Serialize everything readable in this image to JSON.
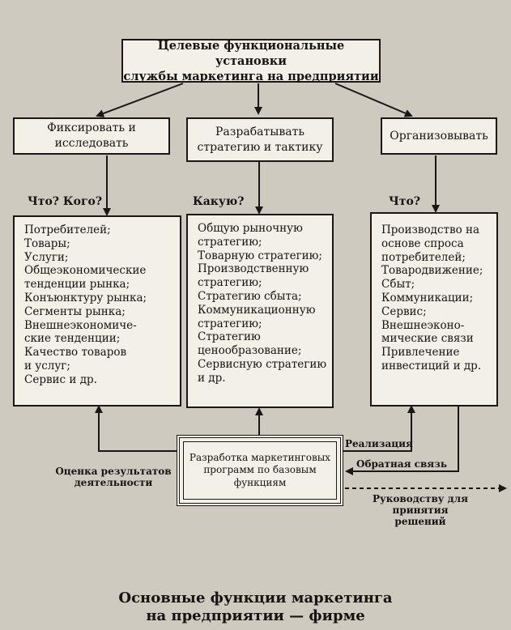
{
  "top_box": {
    "line1": "Целевые функциональные установки",
    "line2": "службы маркетинга на предприятии"
  },
  "headers": [
    {
      "line1": "Фиксировать и",
      "line2": "исследовать"
    },
    {
      "line1": "Разрабатывать",
      "line2": "стратегию и тактику"
    },
    {
      "line1": "Организовывать",
      "line2": ""
    }
  ],
  "questions": [
    "Что? Кого?",
    "Какую?",
    "Что?"
  ],
  "lists": [
    [
      "Потребителей;",
      "Товары;",
      "Услуги;",
      "Общеэкономические",
      "тенденции рынка;",
      "Конъюнктуру рынка;",
      "Сегменты рынка;",
      "Внешнеэкономиче-",
      "ские тенденции;",
      "Качество товаров",
      "и услуг;",
      "Сервис и др."
    ],
    [
      "Общую рыночную",
      "стратегию;",
      "Товарную стратегию;",
      "Производственную",
      "стратегию;",
      "Стратегию сбыта;",
      "Коммуникационную",
      "стратегию;",
      "Стратегию",
      "ценообразование;",
      "Сервисную стратегию",
      "и др."
    ],
    [
      "Производство на",
      "основе спроса",
      "потребителей;",
      "Товародвижение;",
      "Сбыт;",
      "Коммуникации;",
      "Сервис;",
      "Внешнеэконо-",
      "мические связи",
      "Привлечение",
      "инвестиций  и др."
    ]
  ],
  "center_box": {
    "line1": "Разработка маркетинговых",
    "line2": "программ по базовым",
    "line3": "функциям"
  },
  "labels": {
    "realization": "Реализация",
    "feedback": "Обратная связь",
    "evaluation_line1": "Оценка результатов",
    "evaluation_line2": "деятельности",
    "management_line1": "Руководству для принятия",
    "management_line2": "решений"
  },
  "caption": {
    "line1": "Основные функции маркетинга",
    "line2": "на предприятии — фирме"
  }
}
